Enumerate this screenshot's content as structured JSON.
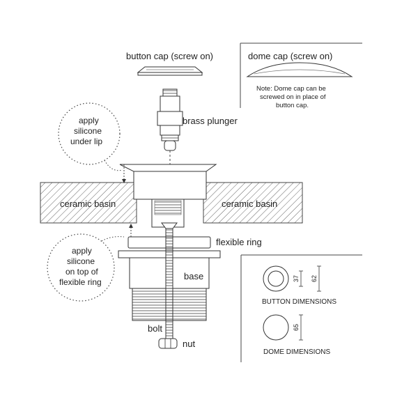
{
  "labels": {
    "button_cap": "button cap (screw on)",
    "dome_cap": "dome cap (screw on)",
    "dome_note_line1": "Note:  Dome cap can be",
    "dome_note_line2": "screwed on in place of",
    "dome_note_line3": "button cap.",
    "brass_plunger": "brass plunger",
    "silicone_lip_line1": "apply",
    "silicone_lip_line2": "silicone",
    "silicone_lip_line3": "under lip",
    "ceramic_basin_left": "ceramic basin",
    "ceramic_basin_right": "ceramic basin",
    "flexible_ring": "flexible ring",
    "silicone_ring_line1": "apply",
    "silicone_ring_line2": "silicone",
    "silicone_ring_line3": "on top of",
    "silicone_ring_line4": "flexible ring",
    "base": "base",
    "bolt": "bolt",
    "nut": "nut",
    "button_dimensions": "BUTTON DIMENSIONS",
    "dome_dimensions": "DOME DIMENSIONS"
  },
  "dimensions": {
    "button_inner": "37",
    "button_outer": "62",
    "dome": "65"
  },
  "colors": {
    "line": "#333333",
    "hatch": "#555555",
    "dotted": "#444444"
  }
}
